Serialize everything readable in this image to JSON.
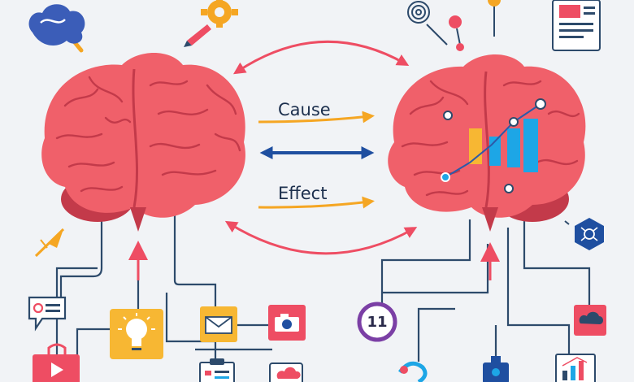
{
  "labels": {
    "cause": "Cause",
    "effect": "Effect",
    "badge_number": "11"
  },
  "colors": {
    "background": "#f1f3f6",
    "brain": "#f0606a",
    "brain_dark": "#c33a4a",
    "arrow_red": "#ee4d63",
    "arrow_orange": "#f5a623",
    "arrow_blue": "#1f4fa0",
    "line_navy": "#2d4a6b",
    "chart_blue": "#1da6e6",
    "chart_yellow": "#f7b733"
  },
  "icons": [
    "cloud-magnifier-icon",
    "gear-pencil-icon",
    "target-icon",
    "map-pin-icon",
    "document-icon",
    "feather-pen-icon",
    "chat-bubble-icon",
    "video-play-icon",
    "lightbulb-icon",
    "envelope-icon",
    "camera-icon",
    "clipboard-icon",
    "cloud-icon",
    "number-badge-icon",
    "hook-icon",
    "robot-icon",
    "network-hex-icon",
    "cloud-card-icon",
    "bar-chart-card-icon"
  ]
}
